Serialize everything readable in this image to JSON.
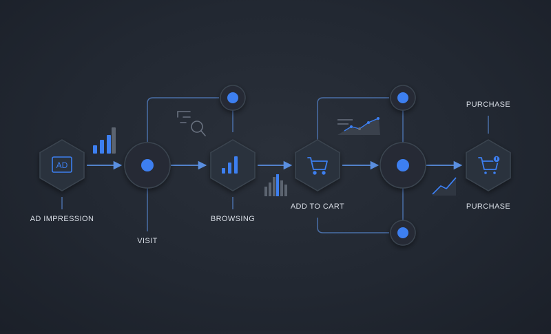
{
  "colors": {
    "background": "#232933",
    "connector": "#4a6fa8",
    "arrow": "#5a8fe0",
    "node_fill": "#2c333e",
    "node_stroke": "#3b4450",
    "accent": "#3d7ff0",
    "muted_icon": "#5c6470",
    "label": "#d9dee6"
  },
  "stages": {
    "ad_impression": {
      "label": "AD IMPRESSION",
      "badge": "AD",
      "icon": "ad-badge-icon"
    },
    "visit": {
      "label": "VISIT",
      "icon": "dot-icon"
    },
    "browsing": {
      "label": "BROWSING",
      "icon": "bar-chart-icon"
    },
    "add_to_cart": {
      "label": "ADD TO CART",
      "icon": "shopping-cart-icon"
    },
    "decision": {
      "icon": "dot-icon"
    },
    "purchase": {
      "label_top": "PURCHASE",
      "label_bottom": "PURCHASE",
      "icon": "cart-with-badge-icon"
    }
  },
  "branch_nodes": [
    {
      "name": "branch-node-top-visit",
      "icon": "dot-icon"
    },
    {
      "name": "branch-node-top-cart",
      "icon": "dot-icon"
    },
    {
      "name": "branch-node-bottom-cart",
      "icon": "dot-icon"
    }
  ],
  "decorations": [
    "bar-chart-icon",
    "search-magnifier-icon",
    "bar-chart-icon",
    "line-trend-icon",
    "line-trend-icon"
  ]
}
